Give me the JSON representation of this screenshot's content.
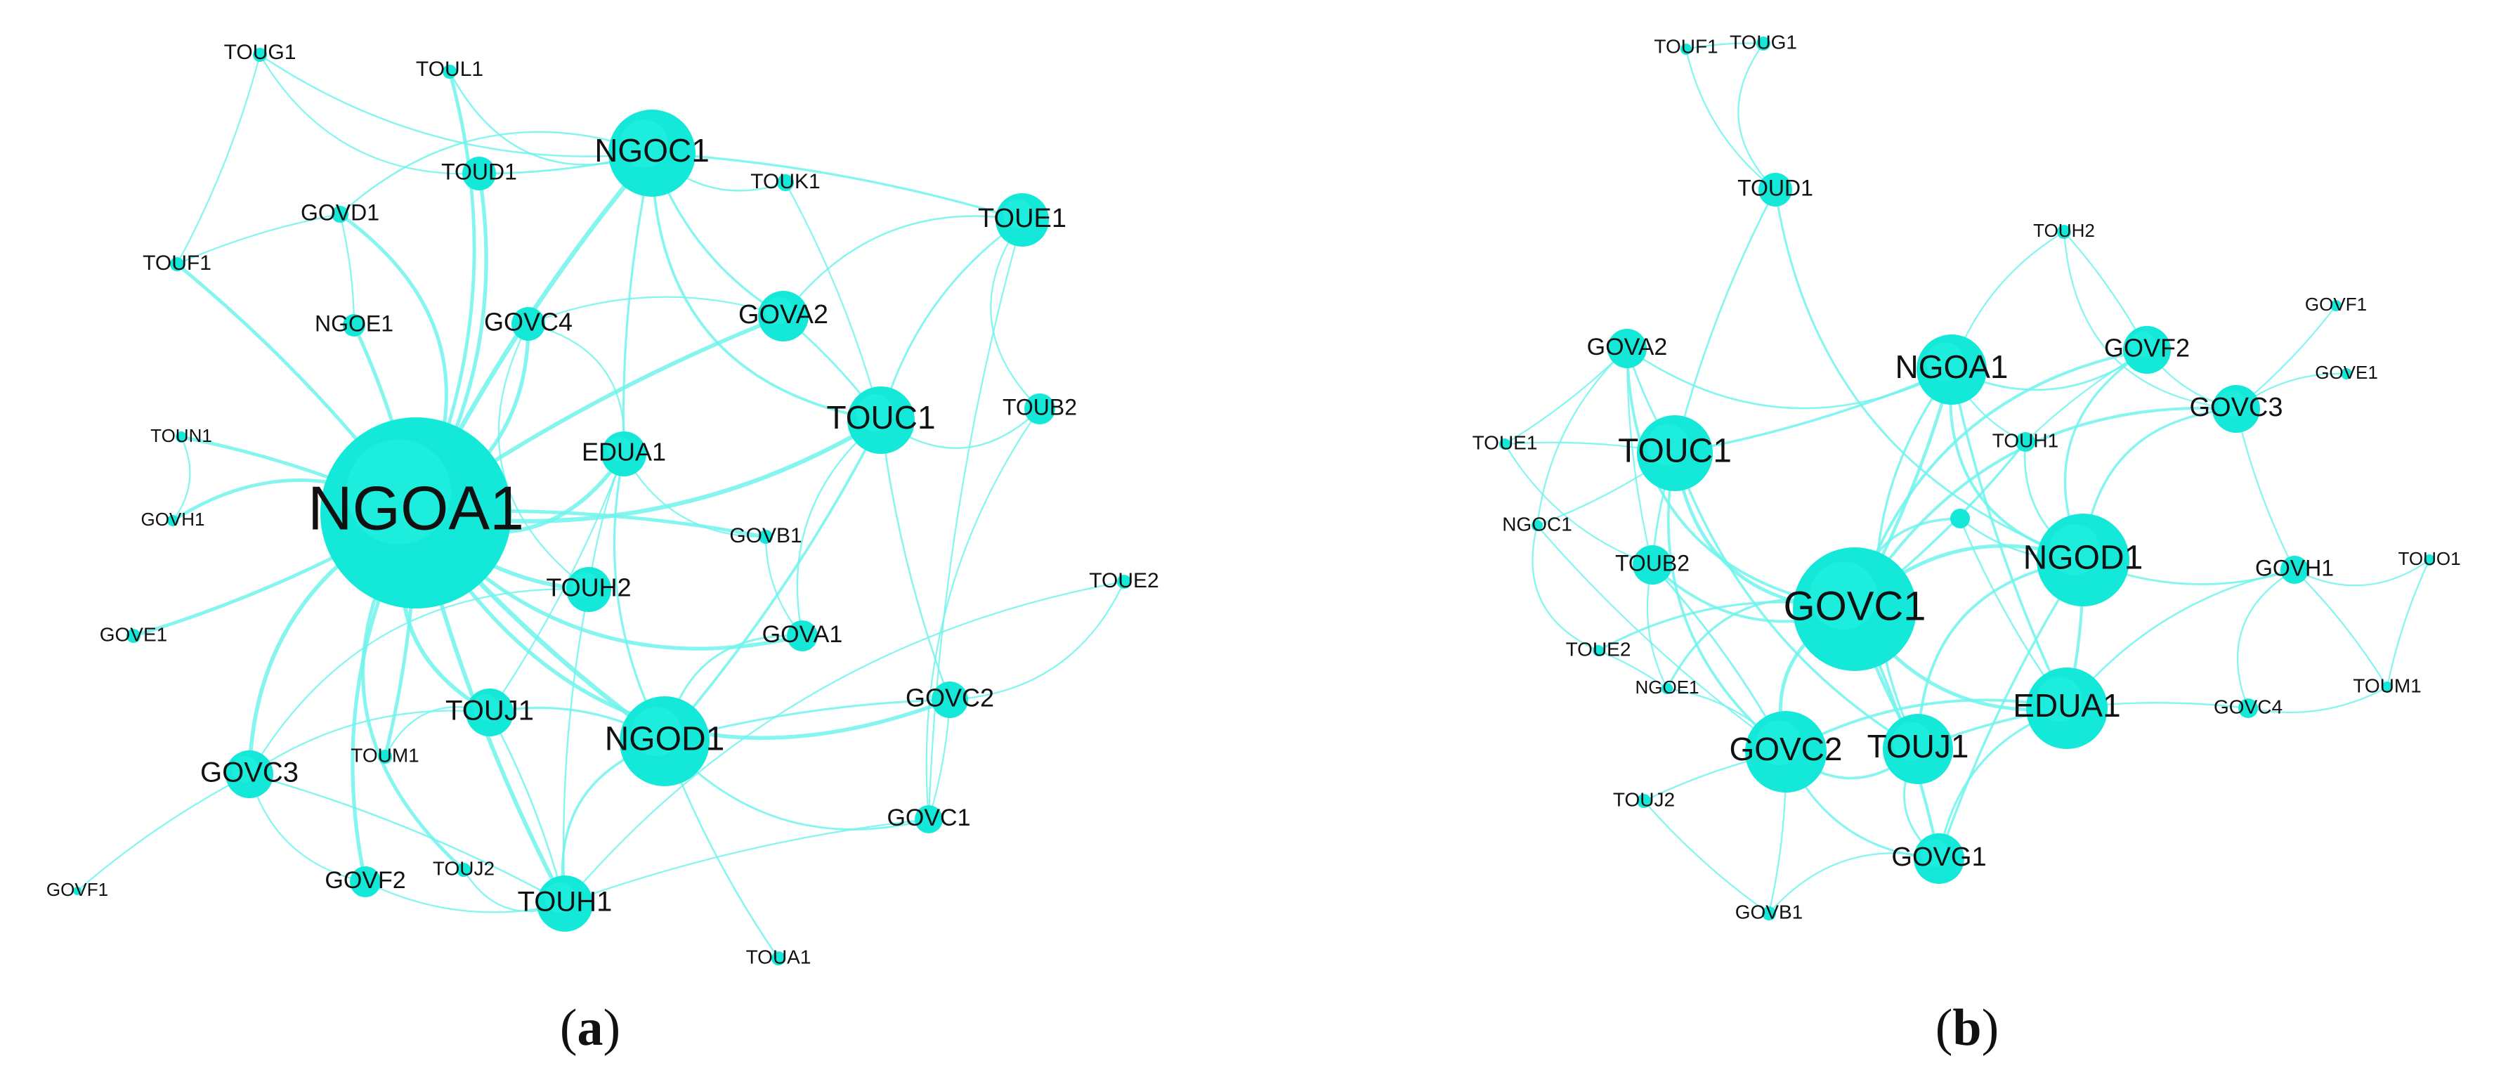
{
  "panels": [
    {
      "id": "a",
      "label_open": "(",
      "label_letter": "a",
      "label_close": ")",
      "nodes": [
        {
          "id": "TOUG1",
          "label": "TOUG1"
        },
        {
          "id": "TOUL1",
          "label": "TOUL1"
        },
        {
          "id": "NGOC1",
          "label": "NGOC1"
        },
        {
          "id": "TOUD1",
          "label": "TOUD1"
        },
        {
          "id": "TOUK1",
          "label": "TOUK1"
        },
        {
          "id": "TOUE1",
          "label": "TOUE1"
        },
        {
          "id": "GOVD1",
          "label": "GOVD1"
        },
        {
          "id": "TOUF1",
          "label": "TOUF1"
        },
        {
          "id": "NGOE1",
          "label": "NGOE1"
        },
        {
          "id": "GOVC4",
          "label": "GOVC4"
        },
        {
          "id": "GOVA2",
          "label": "GOVA2"
        },
        {
          "id": "TOUC1",
          "label": "TOUC1"
        },
        {
          "id": "TOUB2",
          "label": "TOUB2"
        },
        {
          "id": "TOUN1",
          "label": "TOUN1"
        },
        {
          "id": "EDUA1",
          "label": "EDUA1"
        },
        {
          "id": "NGOA1",
          "label": "NGOA1"
        },
        {
          "id": "GOVH1",
          "label": "GOVH1"
        },
        {
          "id": "GOVB1",
          "label": "GOVB1"
        },
        {
          "id": "TOUH2",
          "label": "TOUH2"
        },
        {
          "id": "TOUE2",
          "label": "TOUE2"
        },
        {
          "id": "GOVE1",
          "label": "GOVE1"
        },
        {
          "id": "GOVA1",
          "label": "GOVA1"
        },
        {
          "id": "GOVC2",
          "label": "GOVC2"
        },
        {
          "id": "TOUJ1",
          "label": "TOUJ1"
        },
        {
          "id": "NGOD1",
          "label": "NGOD1"
        },
        {
          "id": "TOUM1",
          "label": "TOUM1"
        },
        {
          "id": "GOVC3",
          "label": "GOVC3"
        },
        {
          "id": "GOVC1",
          "label": "GOVC1"
        },
        {
          "id": "GOVF1",
          "label": "GOVF1"
        },
        {
          "id": "GOVF2",
          "label": "GOVF2"
        },
        {
          "id": "TOUJ2",
          "label": "TOUJ2"
        },
        {
          "id": "TOUH1",
          "label": "TOUH1"
        },
        {
          "id": "TOUA1",
          "label": "TOUA1"
        }
      ],
      "edges": [
        [
          "NGOA1",
          "NGOC1"
        ],
        [
          "NGOA1",
          "TOUD1"
        ],
        [
          "NGOA1",
          "GOVD1"
        ],
        [
          "NGOA1",
          "NGOE1"
        ],
        [
          "NGOA1",
          "GOVC4"
        ],
        [
          "NGOA1",
          "GOVA2"
        ],
        [
          "NGOA1",
          "TOUC1"
        ],
        [
          "NGOA1",
          "EDUA1"
        ],
        [
          "NGOA1",
          "TOUN1"
        ],
        [
          "NGOA1",
          "GOVH1"
        ],
        [
          "NGOA1",
          "GOVE1"
        ],
        [
          "NGOA1",
          "TOUH2"
        ],
        [
          "NGOA1",
          "TOUJ1"
        ],
        [
          "NGOA1",
          "NGOD1"
        ],
        [
          "NGOA1",
          "GOVC3"
        ],
        [
          "NGOA1",
          "TOUM1"
        ],
        [
          "NGOA1",
          "GOVF2"
        ],
        [
          "NGOA1",
          "TOUJ2"
        ],
        [
          "NGOA1",
          "TOUH1"
        ],
        [
          "NGOA1",
          "GOVA1"
        ],
        [
          "NGOA1",
          "GOVB1"
        ],
        [
          "NGOA1",
          "TOUL1"
        ],
        [
          "NGOA1",
          "GOVC2"
        ],
        [
          "NGOA1",
          "TOUF1"
        ],
        [
          "TOUG1",
          "TOUD1"
        ],
        [
          "TOUG1",
          "TOUF1"
        ],
        [
          "TOUG1",
          "NGOC1"
        ],
        [
          "TOUL1",
          "NGOC1"
        ],
        [
          "TOUD1",
          "NGOC1"
        ],
        [
          "NGOC1",
          "TOUK1"
        ],
        [
          "NGOC1",
          "TOUE1"
        ],
        [
          "NGOC1",
          "GOVA2"
        ],
        [
          "NGOC1",
          "TOUC1"
        ],
        [
          "NGOC1",
          "EDUA1"
        ],
        [
          "NGOC1",
          "GOVD1"
        ],
        [
          "TOUK1",
          "TOUC1"
        ],
        [
          "TOUE1",
          "TOUC1"
        ],
        [
          "TOUE1",
          "TOUB2"
        ],
        [
          "TOUE1",
          "GOVC1"
        ],
        [
          "TOUE1",
          "GOVA2"
        ],
        [
          "GOVA2",
          "TOUC1"
        ],
        [
          "GOVA2",
          "GOVC4"
        ],
        [
          "TOUC1",
          "TOUB2"
        ],
        [
          "TOUC1",
          "GOVC2"
        ],
        [
          "TOUC1",
          "GOVA1"
        ],
        [
          "TOUC1",
          "NGOD1"
        ],
        [
          "EDUA1",
          "NGOD1"
        ],
        [
          "EDUA1",
          "GOVC4"
        ],
        [
          "EDUA1",
          "TOUH2"
        ],
        [
          "EDUA1",
          "GOVB1"
        ],
        [
          "EDUA1",
          "TOUJ1"
        ],
        [
          "GOVB1",
          "GOVA1"
        ],
        [
          "GOVA1",
          "NGOD1"
        ],
        [
          "GOVC2",
          "NGOD1"
        ],
        [
          "GOVC2",
          "TOUE2"
        ],
        [
          "GOVC2",
          "GOVC1"
        ],
        [
          "NGOD1",
          "TOUJ1"
        ],
        [
          "NGOD1",
          "TOUH1"
        ],
        [
          "NGOD1",
          "TOUA1"
        ],
        [
          "NGOD1",
          "GOVC1"
        ],
        [
          "TOUJ1",
          "TOUH1"
        ],
        [
          "TOUJ1",
          "GOVC3"
        ],
        [
          "TOUJ1",
          "TOUM1"
        ],
        [
          "GOVC3",
          "GOVF1"
        ],
        [
          "GOVC3",
          "GOVF2"
        ],
        [
          "GOVC3",
          "TOUH1"
        ],
        [
          "GOVF2",
          "TOUH1"
        ],
        [
          "TOUJ2",
          "TOUH1"
        ],
        [
          "TOUH2",
          "TOUH1"
        ],
        [
          "TOUH2",
          "GOVC3"
        ],
        [
          "TOUH1",
          "GOVC1"
        ],
        [
          "TOUB2",
          "GOVC1"
        ],
        [
          "GOVC4",
          "TOUH2"
        ],
        [
          "NGOE1",
          "GOVD1"
        ],
        [
          "GOVH1",
          "TOUN1"
        ],
        [
          "TOUF1",
          "GOVD1"
        ],
        [
          "TOUE2",
          "TOUH1"
        ]
      ]
    },
    {
      "id": "b",
      "label_open": "(",
      "label_letter": "b",
      "label_close": ")",
      "nodes": [
        {
          "id": "TOUF1",
          "label": "TOUF1"
        },
        {
          "id": "TOUG1",
          "label": "TOUG1"
        },
        {
          "id": "TOUD1",
          "label": "TOUD1"
        },
        {
          "id": "TOUH2",
          "label": "TOUH2"
        },
        {
          "id": "GOVA2",
          "label": "GOVA2"
        },
        {
          "id": "NGOA1",
          "label": "NGOA1"
        },
        {
          "id": "GOVF2",
          "label": "GOVF2"
        },
        {
          "id": "GOVF1",
          "label": "GOVF1"
        },
        {
          "id": "GOVE1",
          "label": "GOVE1"
        },
        {
          "id": "GOVC3",
          "label": "GOVC3"
        },
        {
          "id": "TOUE1",
          "label": "TOUE1"
        },
        {
          "id": "TOUC1",
          "label": "TOUC1"
        },
        {
          "id": "TOUH1",
          "label": "TOUH1"
        },
        {
          "id": "NGOC1",
          "label": "NGOC1"
        },
        {
          "id": "UNLABELED",
          "label": ""
        },
        {
          "id": "NGOD1",
          "label": "NGOD1"
        },
        {
          "id": "TOUO1",
          "label": "TOUO1"
        },
        {
          "id": "TOUB2",
          "label": "TOUB2"
        },
        {
          "id": "GOVC1",
          "label": "GOVC1"
        },
        {
          "id": "GOVH1",
          "label": "GOVH1"
        },
        {
          "id": "TOUE2",
          "label": "TOUE2"
        },
        {
          "id": "NGOE1",
          "label": "NGOE1"
        },
        {
          "id": "EDUA1",
          "label": "EDUA1"
        },
        {
          "id": "TOUM1",
          "label": "TOUM1"
        },
        {
          "id": "GOVC4",
          "label": "GOVC4"
        },
        {
          "id": "GOVC2",
          "label": "GOVC2"
        },
        {
          "id": "TOUJ1",
          "label": "TOUJ1"
        },
        {
          "id": "TOUJ2",
          "label": "TOUJ2"
        },
        {
          "id": "GOVG1",
          "label": "GOVG1"
        },
        {
          "id": "GOVB1",
          "label": "GOVB1"
        }
      ],
      "edges": [
        [
          "TOUF1",
          "TOUG1"
        ],
        [
          "TOUF1",
          "TOUD1"
        ],
        [
          "TOUG1",
          "TOUD1"
        ],
        [
          "TOUD1",
          "TOUC1"
        ],
        [
          "TOUD1",
          "NGOD1"
        ],
        [
          "TOUH2",
          "GOVF2"
        ],
        [
          "TOUH2",
          "NGOA1"
        ],
        [
          "TOUH2",
          "GOVC3"
        ],
        [
          "GOVA2",
          "TOUC1"
        ],
        [
          "GOVA2",
          "NGOA1"
        ],
        [
          "GOVA2",
          "TOUE1"
        ],
        [
          "GOVA2",
          "NGOC1"
        ],
        [
          "GOVA2",
          "GOVC1"
        ],
        [
          "GOVA2",
          "TOUB2"
        ],
        [
          "NGOA1",
          "GOVF2"
        ],
        [
          "NGOA1",
          "GOVC1"
        ],
        [
          "NGOA1",
          "TOUH1"
        ],
        [
          "NGOA1",
          "NGOD1"
        ],
        [
          "NGOA1",
          "EDUA1"
        ],
        [
          "NGOA1",
          "TOUJ1"
        ],
        [
          "NGOA1",
          "TOUC1"
        ],
        [
          "GOVF2",
          "GOVC3"
        ],
        [
          "GOVF2",
          "NGOD1"
        ],
        [
          "GOVF2",
          "TOUH1"
        ],
        [
          "GOVF2",
          "GOVC1"
        ],
        [
          "GOVF1",
          "GOVC3"
        ],
        [
          "GOVE1",
          "GOVC3"
        ],
        [
          "GOVC3",
          "NGOD1"
        ],
        [
          "GOVC3",
          "GOVH1"
        ],
        [
          "GOVC3",
          "GOVC1"
        ],
        [
          "TOUE1",
          "TOUC1"
        ],
        [
          "TOUE1",
          "TOUB2"
        ],
        [
          "TOUC1",
          "GOVC1"
        ],
        [
          "TOUC1",
          "TOUB2"
        ],
        [
          "TOUC1",
          "GOVC2"
        ],
        [
          "TOUC1",
          "NGOC1"
        ],
        [
          "TOUC1",
          "TOUJ1"
        ],
        [
          "NGOC1",
          "TOUE2"
        ],
        [
          "NGOC1",
          "GOVC2"
        ],
        [
          "TOUH1",
          "NGOD1"
        ],
        [
          "TOUH1",
          "GOVC1"
        ],
        [
          "UNLABELED",
          "NGOD1"
        ],
        [
          "UNLABELED",
          "GOVC1"
        ],
        [
          "UNLABELED",
          "EDUA1"
        ],
        [
          "NGOD1",
          "GOVC1"
        ],
        [
          "NGOD1",
          "EDUA1"
        ],
        [
          "NGOD1",
          "GOVH1"
        ],
        [
          "NGOD1",
          "TOUJ1"
        ],
        [
          "NGOD1",
          "GOVG1"
        ],
        [
          "GOVH1",
          "TOUO1"
        ],
        [
          "GOVH1",
          "TOUM1"
        ],
        [
          "GOVH1",
          "EDUA1"
        ],
        [
          "GOVH1",
          "GOVC4"
        ],
        [
          "TOUO1",
          "TOUM1"
        ],
        [
          "TOUB2",
          "GOVC1"
        ],
        [
          "TOUB2",
          "GOVC2"
        ],
        [
          "TOUB2",
          "NGOE1"
        ],
        [
          "GOVC1",
          "GOVC2"
        ],
        [
          "GOVC1",
          "TOUJ1"
        ],
        [
          "GOVC1",
          "EDUA1"
        ],
        [
          "GOVC1",
          "GOVG1"
        ],
        [
          "GOVC1",
          "TOUE2"
        ],
        [
          "GOVC1",
          "NGOE1"
        ],
        [
          "EDUA1",
          "TOUJ1"
        ],
        [
          "EDUA1",
          "GOVG1"
        ],
        [
          "EDUA1",
          "GOVC4"
        ],
        [
          "EDUA1",
          "GOVC2"
        ],
        [
          "GOVC2",
          "TOUJ1"
        ],
        [
          "GOVC2",
          "TOUJ2"
        ],
        [
          "GOVC2",
          "GOVG1"
        ],
        [
          "GOVC2",
          "GOVB1"
        ],
        [
          "GOVC2",
          "NGOE1"
        ],
        [
          "TOUJ1",
          "GOVG1"
        ],
        [
          "TOUJ2",
          "GOVB1"
        ],
        [
          "GOVG1",
          "GOVB1"
        ],
        [
          "TOUE2",
          "NGOE1"
        ],
        [
          "GOVC4",
          "TOUM1"
        ]
      ]
    }
  ]
}
